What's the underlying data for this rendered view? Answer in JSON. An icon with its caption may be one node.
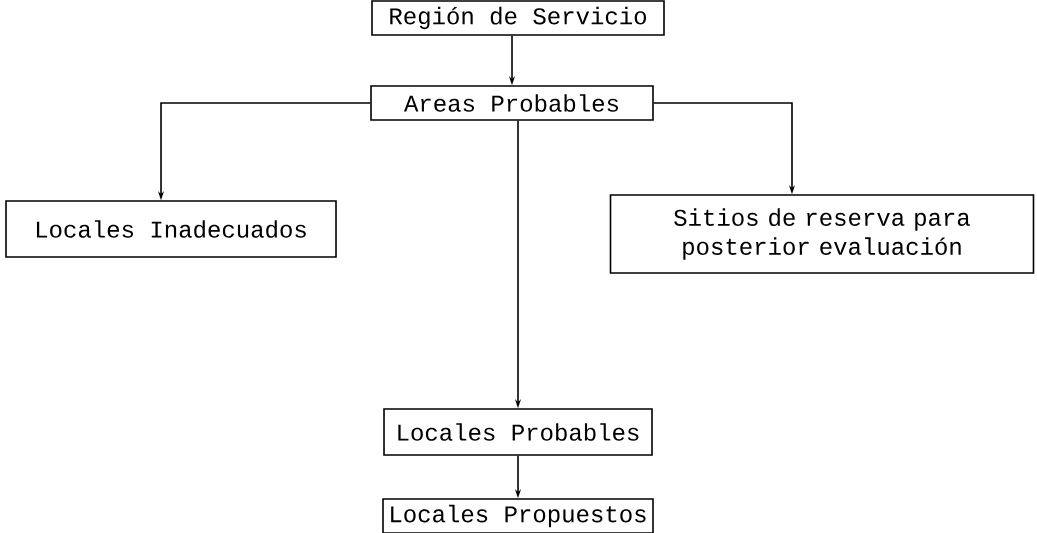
{
  "diagram": {
    "nodes": [
      {
        "text": [
          "Región de Servicio"
        ]
      },
      {
        "text": [
          "Areas Probables"
        ]
      },
      {
        "text": [
          "Locales Inadecuados"
        ]
      },
      {
        "text": [
          "Sitios de reserva para posterior evaluación"
        ]
      },
      {
        "text": [
          "Locales Probables"
        ]
      },
      {
        "text": [
          "Locales Propuestos"
        ]
      }
    ],
    "edges": [
      {
        "from": 0,
        "to": 1,
        "arrow": "to"
      },
      {
        "from": 1,
        "to": 2,
        "arrow": "to"
      },
      {
        "from": 1,
        "to": 3,
        "arrow": "to"
      },
      {
        "from": 1,
        "to": 4,
        "arrow": "to"
      },
      {
        "from": 4,
        "to": 5,
        "arrow": "to"
      }
    ]
  }
}
